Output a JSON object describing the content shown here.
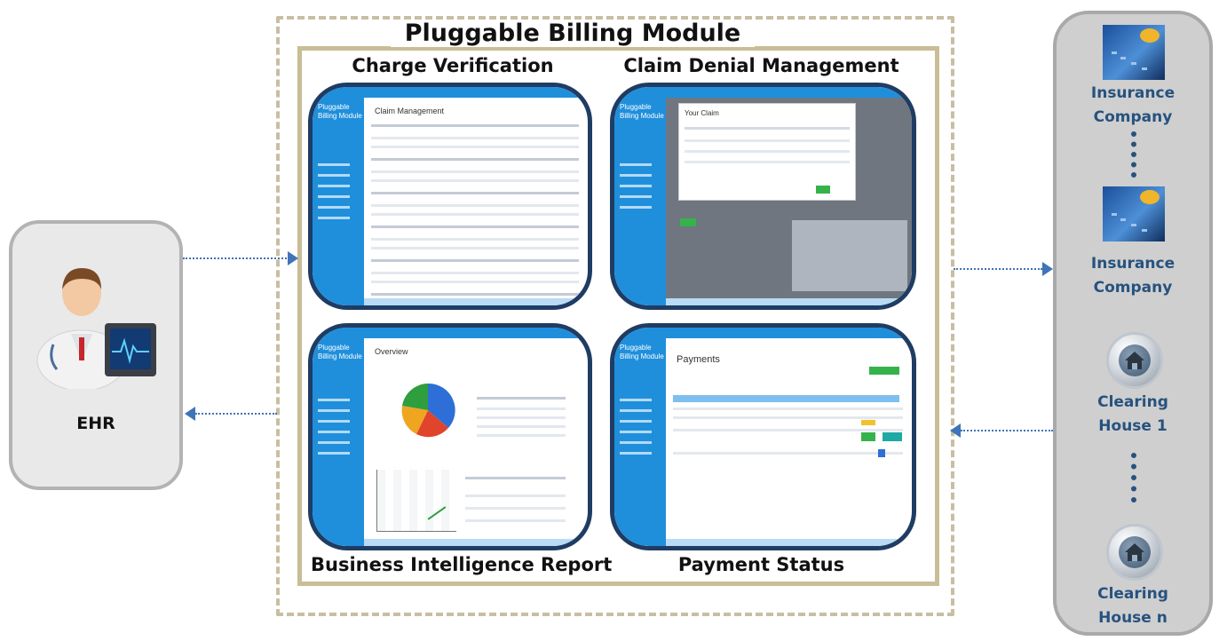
{
  "module": {
    "title": "Pluggable Billing Module",
    "panels": [
      {
        "title": "Charge Verification"
      },
      {
        "title": "Claim Denial Management"
      },
      {
        "title": "Business Intelligence Report"
      },
      {
        "title": "Payment Status"
      }
    ],
    "screens": {
      "app_name": "Pluggable Billing Module",
      "charge_verification_heading": "Claim Management",
      "claim_denial_heading": "Your Claim",
      "bi_heading": "Overview",
      "payment_heading": "Payments"
    }
  },
  "ehr": {
    "label": "EHR"
  },
  "entities": [
    {
      "label_line1": "Insurance",
      "label_line2": "Company",
      "icon": "insurance-building-icon"
    },
    {
      "label_line1": "Insurance",
      "label_line2": "Company",
      "icon": "insurance-building-icon"
    },
    {
      "label_line1": "Clearing",
      "label_line2": "House 1",
      "icon": "clearing-house-icon"
    },
    {
      "label_line1": "Clearing",
      "label_line2": "House n",
      "icon": "clearing-house-icon"
    }
  ],
  "colors": {
    "frame": "#c9bd95",
    "panel_border": "#1f3c63",
    "app_blue": "#1f8fdc",
    "arrow": "#3f74b8",
    "entity_text": "#27527f"
  }
}
